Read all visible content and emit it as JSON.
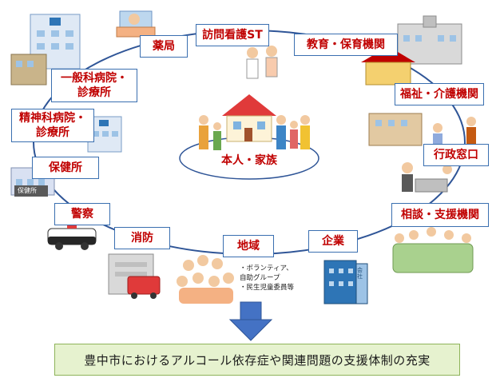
{
  "center": {
    "label": "本人・家族"
  },
  "organizations": [
    {
      "id": "pharmacy",
      "label": "薬局"
    },
    {
      "id": "visiting-nursing",
      "label": "訪問看護ST"
    },
    {
      "id": "education",
      "label": "教育・保育機関"
    },
    {
      "id": "welfare",
      "label": "福祉・介護機関"
    },
    {
      "id": "government",
      "label": "行政窓口"
    },
    {
      "id": "consultation",
      "label": "相談・支援機関"
    },
    {
      "id": "company",
      "label": "企業"
    },
    {
      "id": "community",
      "label": "地域"
    },
    {
      "id": "fire",
      "label": "消防"
    },
    {
      "id": "police",
      "label": "警察"
    },
    {
      "id": "health-center",
      "label": "保健所"
    },
    {
      "id": "psychiatric-hospital",
      "label": "精神科病院・\n診療所"
    },
    {
      "id": "general-hospital",
      "label": "一般科病院・\n診療所"
    }
  ],
  "community_note": "・ボランティア、\n自助グループ\n・民生児童委員等",
  "building_signs": {
    "health_center_sign": "保健所",
    "company_sign": "会社"
  },
  "banner": {
    "text": "豊中市におけるアルコール依存症や関連問題の支援体制の充実"
  }
}
